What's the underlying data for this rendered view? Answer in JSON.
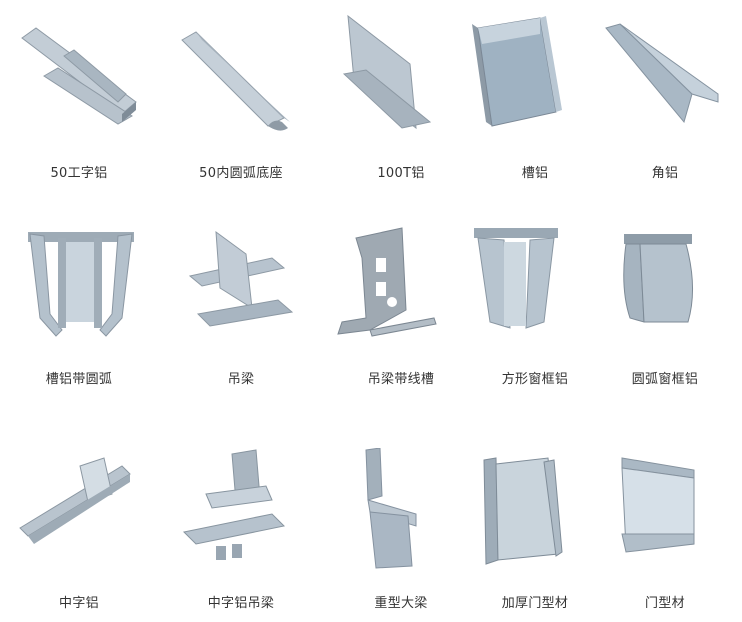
{
  "products": [
    {
      "label": "50工字铝",
      "icon": "i-beam-profile-icon"
    },
    {
      "label": "50内圆弧底座",
      "icon": "inner-arc-base-profile-icon"
    },
    {
      "label": "100T铝",
      "icon": "t-profile-icon"
    },
    {
      "label": "槽铝",
      "icon": "channel-profile-icon"
    },
    {
      "label": "角铝",
      "icon": "angle-profile-icon"
    },
    {
      "label": "槽铝带圆弧",
      "icon": "channel-with-arc-profile-icon"
    },
    {
      "label": "吊梁",
      "icon": "hanging-beam-profile-icon"
    },
    {
      "label": "吊梁带线槽",
      "icon": "hanging-beam-with-slot-profile-icon"
    },
    {
      "label": "方形窗框铝",
      "icon": "square-window-frame-profile-icon"
    },
    {
      "label": "圆弧窗框铝",
      "icon": "arc-window-frame-profile-icon"
    },
    {
      "label": "中字铝",
      "icon": "cross-profile-icon"
    },
    {
      "label": "中字铝吊梁",
      "icon": "cross-hanging-beam-profile-icon"
    },
    {
      "label": "重型大梁",
      "icon": "heavy-beam-profile-icon"
    },
    {
      "label": "加厚门型材",
      "icon": "thick-door-profile-icon"
    },
    {
      "label": "门型材",
      "icon": "door-profile-icon"
    }
  ]
}
